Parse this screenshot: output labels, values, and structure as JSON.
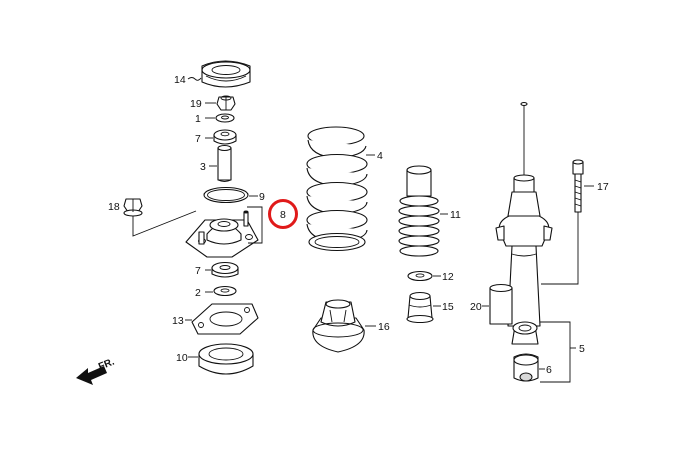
{
  "highlight_color": "#e01a1a",
  "direction_label": "FR.",
  "callouts": {
    "c1": "1",
    "c2": "2",
    "c3": "3",
    "c4": "4",
    "c5": "5",
    "c6": "6",
    "c7a": "7",
    "c7b": "7",
    "c8": "8",
    "c9": "9",
    "c10": "10",
    "c11": "11",
    "c12": "12",
    "c13": "13",
    "c14": "14",
    "c15": "15",
    "c16": "16",
    "c17": "17",
    "c18": "18",
    "c19": "19",
    "c20": "20"
  },
  "highlighted_callout": "8"
}
